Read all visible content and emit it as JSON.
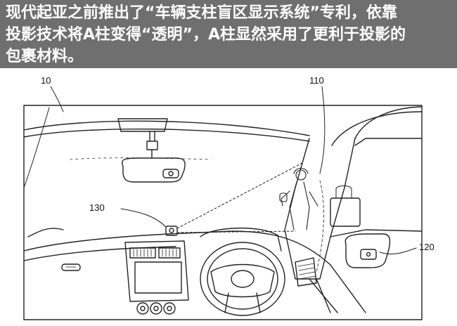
{
  "caption": {
    "lines": [
      "现代起亚之前推出了“车辆支柱盲区显示系统”专利，依靠",
      "投影技术将A柱变得“透明”，A柱显然采用了更利于投影的",
      "包裹材料。"
    ]
  },
  "labels": {
    "windshield": "10",
    "pillar": "110",
    "projector": "130",
    "mirror": "120"
  },
  "colors": {
    "caption_bg": "#6f6f6f",
    "caption_text": "#ffffff",
    "line": "#222222"
  }
}
